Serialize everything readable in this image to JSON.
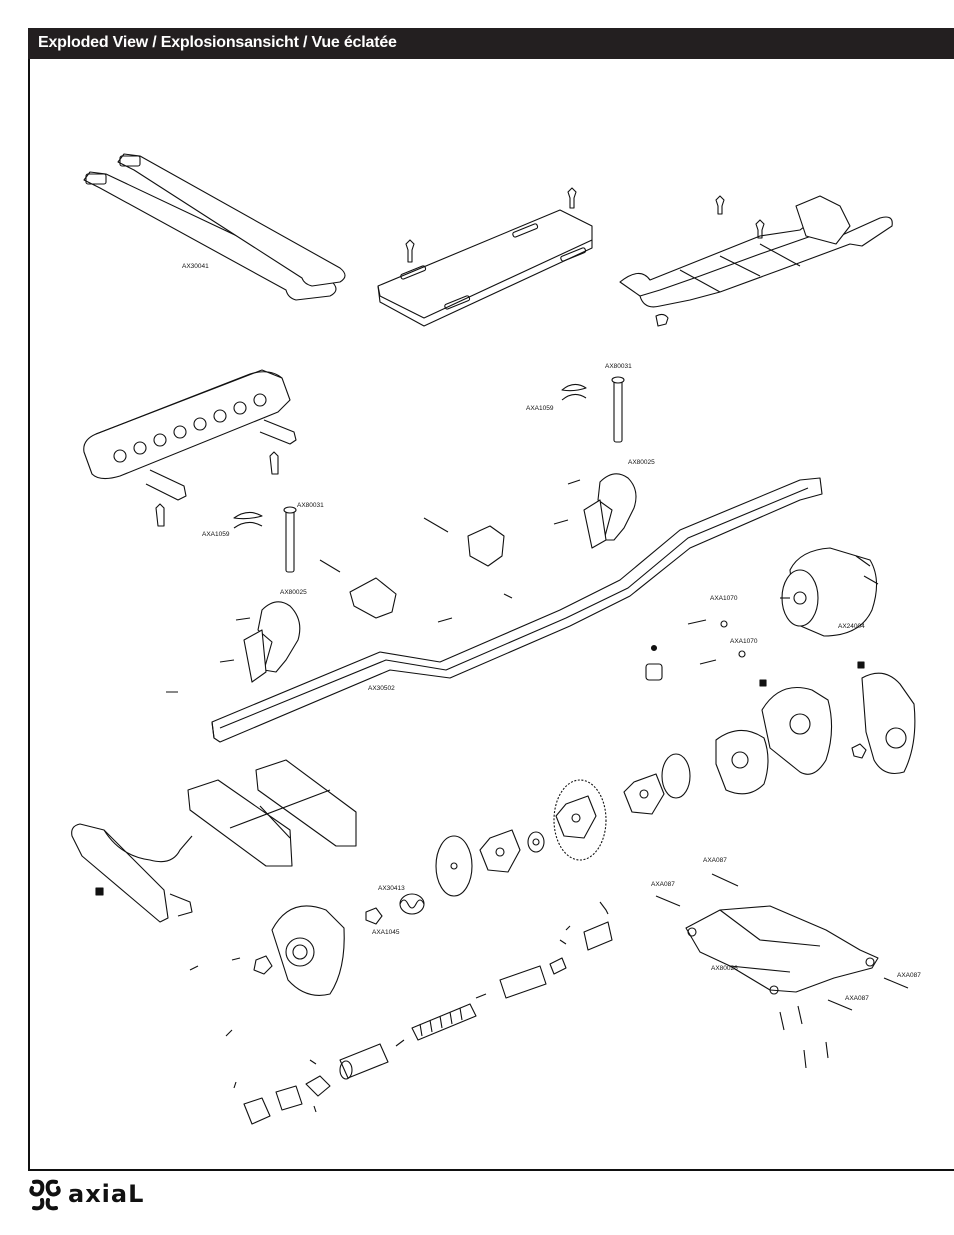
{
  "header": {
    "title": "Exploded View / Explosionsansicht / Vue éclatée"
  },
  "parts": [
    {
      "id": "strap",
      "label": "AX30041"
    },
    {
      "id": "body-post-right",
      "label": "AX80031"
    },
    {
      "id": "body-clip-right",
      "label": "AXA1059"
    },
    {
      "id": "body-mount-right",
      "label": "AX80025"
    },
    {
      "id": "body-post-left",
      "label": "AX80031"
    },
    {
      "id": "body-clip-left",
      "label": "AXA1059"
    },
    {
      "id": "body-mount-left",
      "label": "AX80025"
    },
    {
      "id": "frame-rail",
      "label": "AX30502"
    },
    {
      "id": "motor-washer-1",
      "label": "AXA1070"
    },
    {
      "id": "motor-washer-2",
      "label": "AXA1070"
    },
    {
      "id": "motor",
      "label": "AX24004"
    },
    {
      "id": "slipper-spring",
      "label": "AX30413"
    },
    {
      "id": "slipper-nut",
      "label": "AXA1045"
    },
    {
      "id": "screw-a",
      "label": "AXA087"
    },
    {
      "id": "screw-b",
      "label": "AXA087"
    },
    {
      "id": "skid-plate",
      "label": "AX80026"
    },
    {
      "id": "screw-c",
      "label": "AXA087"
    },
    {
      "id": "screw-d",
      "label": "AXA087"
    }
  ],
  "footer": {
    "brand": "axiaL"
  }
}
